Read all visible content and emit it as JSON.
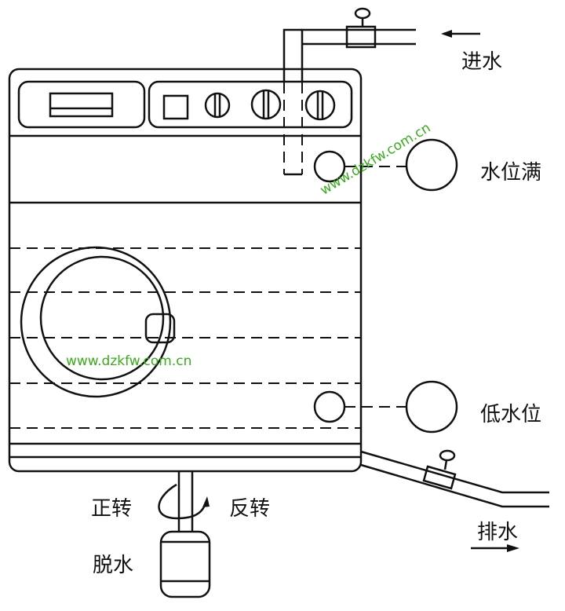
{
  "labels": {
    "inlet": "进水",
    "water_full": "水位满",
    "low_water": "低水位",
    "drain": "排水",
    "forward_rotation": "正转",
    "reverse_rotation": "反转",
    "spin_dry": "脱水"
  },
  "watermarks": [
    "www.dzkfw.com.cn",
    "www.dzkfw.com.cn"
  ]
}
